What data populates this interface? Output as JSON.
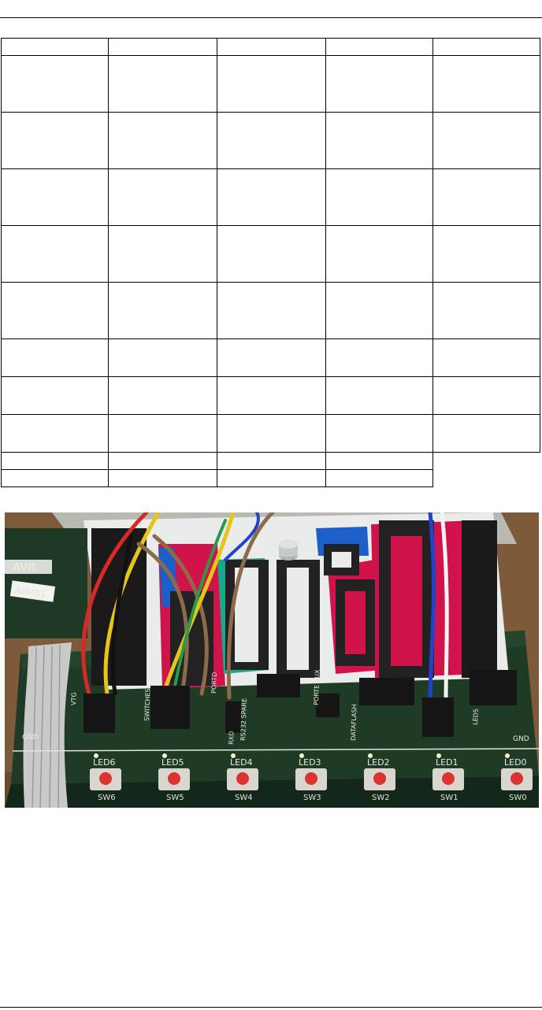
{
  "table": {
    "rows": [
      {
        "height": "hdr",
        "cells": [
          "",
          "",
          "",
          "",
          ""
        ]
      },
      {
        "height": "tall",
        "cells": [
          "",
          "",
          "",
          "",
          ""
        ]
      },
      {
        "height": "tall",
        "cells": [
          "",
          "",
          "",
          "",
          ""
        ]
      },
      {
        "height": "tall",
        "cells": [
          "",
          "",
          "",
          "",
          ""
        ]
      },
      {
        "height": "tall",
        "cells": [
          "",
          "",
          "",
          "",
          ""
        ]
      },
      {
        "height": "tall",
        "cells": [
          "",
          "",
          "",
          "",
          ""
        ]
      },
      {
        "height": "mid",
        "cells": [
          "",
          "",
          "",
          "",
          ""
        ]
      },
      {
        "height": "mid",
        "cells": [
          "",
          "",
          "",
          "",
          ""
        ]
      },
      {
        "height": "mid",
        "cells": [
          "",
          "",
          "",
          "",
          ""
        ]
      },
      {
        "height": "low",
        "cells": [
          "",
          "",
          "",
          ""
        ]
      },
      {
        "height": "low",
        "cells": [
          "",
          "",
          "",
          ""
        ]
      }
    ]
  },
  "photo": {
    "board_logo": "AVR",
    "brand": "AIMEL",
    "header_labels": {
      "gnd_left": "GND",
      "vtg": "VTG",
      "switches": "SWITCHES",
      "portd": "PORTD",
      "rxd": "RXD",
      "rs232_spare": "RS232 SPARE",
      "porte_aux": "PORTE AUX",
      "dataflash": "DATAFLASH",
      "leds": "LEDS",
      "gnd_right": "GND"
    },
    "leds": [
      "LED6",
      "LED5",
      "LED4",
      "LED3",
      "LED2",
      "LED1",
      "LED0"
    ],
    "switches": [
      "SW6",
      "SW5",
      "SW4",
      "SW3",
      "SW2",
      "SW1",
      "SW0"
    ],
    "colors": {
      "pcb": "#1f3a25",
      "pcb_dark": "#16301c",
      "panel_white": "#e9ecea",
      "panel_red": "#d0134a",
      "panel_blue": "#1d5fc8",
      "panel_teal": "#1aa88a",
      "socket": "#222222",
      "button_red": "#d9342f"
    }
  }
}
